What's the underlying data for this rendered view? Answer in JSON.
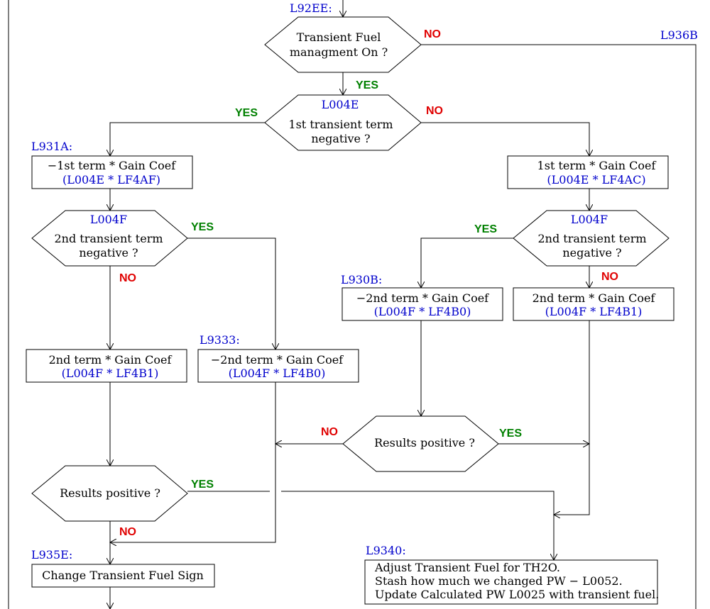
{
  "colors": {
    "address": "#0000cc",
    "yes": "#008000",
    "no": "#e00000",
    "line": "#000000"
  },
  "labels": {
    "l92ee": "L92EE:",
    "l936b": "L936B",
    "l931a": "L931A:",
    "l930b": "L930B:",
    "l9333": "L9333:",
    "l935e": "L935E:",
    "l9340": "L9340:"
  },
  "nodes": {
    "d1": {
      "line1": "Transient Fuel",
      "line2": "managment On ?"
    },
    "d2": {
      "addr": "L004E",
      "line1": "1st transient term",
      "line2": "negative ?"
    },
    "b1": {
      "line1": "−1st term * Gain Coef",
      "line2": "(L004E * LF4AF)"
    },
    "b2": {
      "line1": "1st term * Gain Coef",
      "line2": "(L004E * LF4AC)"
    },
    "d3": {
      "addr": "L004F",
      "line1": "2nd transient term",
      "line2": "negative ?"
    },
    "d4": {
      "addr": "L004F",
      "line1": "2nd transient term",
      "line2": "negative ?"
    },
    "b3": {
      "line1": "2nd term * Gain Coef",
      "line2": "(L004F * LF4B1)"
    },
    "b4": {
      "line1": "−2nd term * Gain Coef",
      "line2": "(L004F * LF4B0)"
    },
    "b5": {
      "line1": "−2nd term * Gain Coef",
      "line2": "(L004F * LF4B0)"
    },
    "b6": {
      "line1": "2nd term * Gain Coef",
      "line2": "(L004F * LF4B1)"
    },
    "d5": {
      "line1": "Results positive ?"
    },
    "d6": {
      "line1": "Results positive ?"
    },
    "b7": {
      "line1": "Change Transient Fuel Sign"
    },
    "b8": {
      "line1": "Adjust Transient Fuel for TH2O.",
      "line2": "Stash how much we changed PW − L0052.",
      "line3": "Update Calculated PW L0025 with transient fuel."
    }
  },
  "edges": {
    "d1_no": "NO",
    "d1_yes": "YES",
    "d2_yes": "YES",
    "d2_no": "NO",
    "d3_yes": "YES",
    "d3_no": "NO",
    "d4_yes": "YES",
    "d4_no": "NO",
    "d5_no": "NO",
    "d5_yes": "YES",
    "d6_yes": "YES",
    "d6_no": "NO"
  }
}
